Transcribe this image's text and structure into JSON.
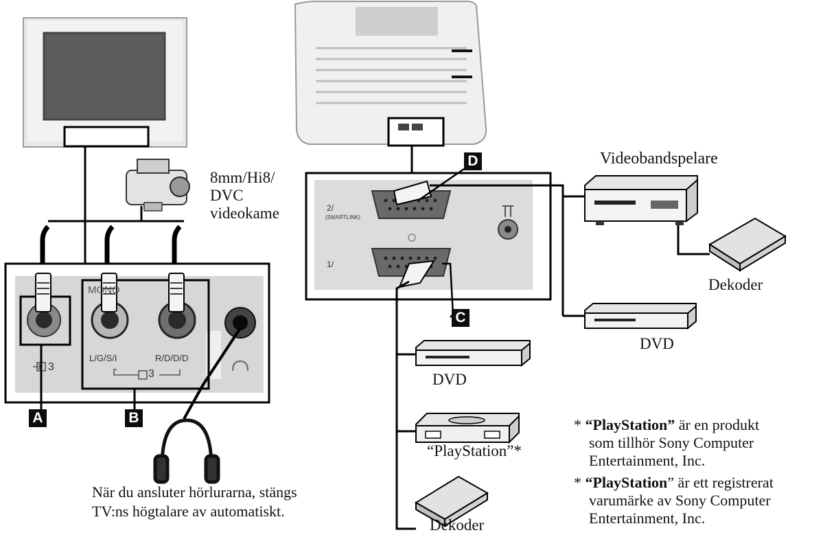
{
  "labels": {
    "camcorder": [
      "8mm/Hi8/",
      "DVC",
      "videokame"
    ],
    "vcr": "Videobandspelare",
    "decoder_right": "Dekoder",
    "dvd_right": "DVD",
    "dvd_bottom": "DVD",
    "playstation": "“PlayStation”*",
    "decoder_bottom": "Dekoder"
  },
  "badges": {
    "a": "A",
    "b": "B",
    "c": "C",
    "d": "D"
  },
  "panel_left": {
    "in3": "3",
    "mono": "MONO",
    "lgsi": "L/G/S/I",
    "rddd": "R/D/D/D",
    "in3_group": "3"
  },
  "panel_right": {
    "scart2": "2/",
    "smartlink": "(SMARTLINK)",
    "scart1": "1/"
  },
  "headphone_note": [
    "När du ansluter hörlurarna, stängs",
    "TV:ns högtalare av automatiskt."
  ],
  "footnotes": [
    {
      "bullet": "* ",
      "brand": "“PlayStation”",
      "lines": [
        "är en produkt",
        "som tillhör Sony Computer",
        "Entertainment, Inc."
      ]
    },
    {
      "bullet": "* ",
      "brand": "“PlayStation",
      "lines": [
        "” är ett registrerat",
        "varumärke av Sony Computer",
        "Entertainment, Inc."
      ]
    }
  ]
}
